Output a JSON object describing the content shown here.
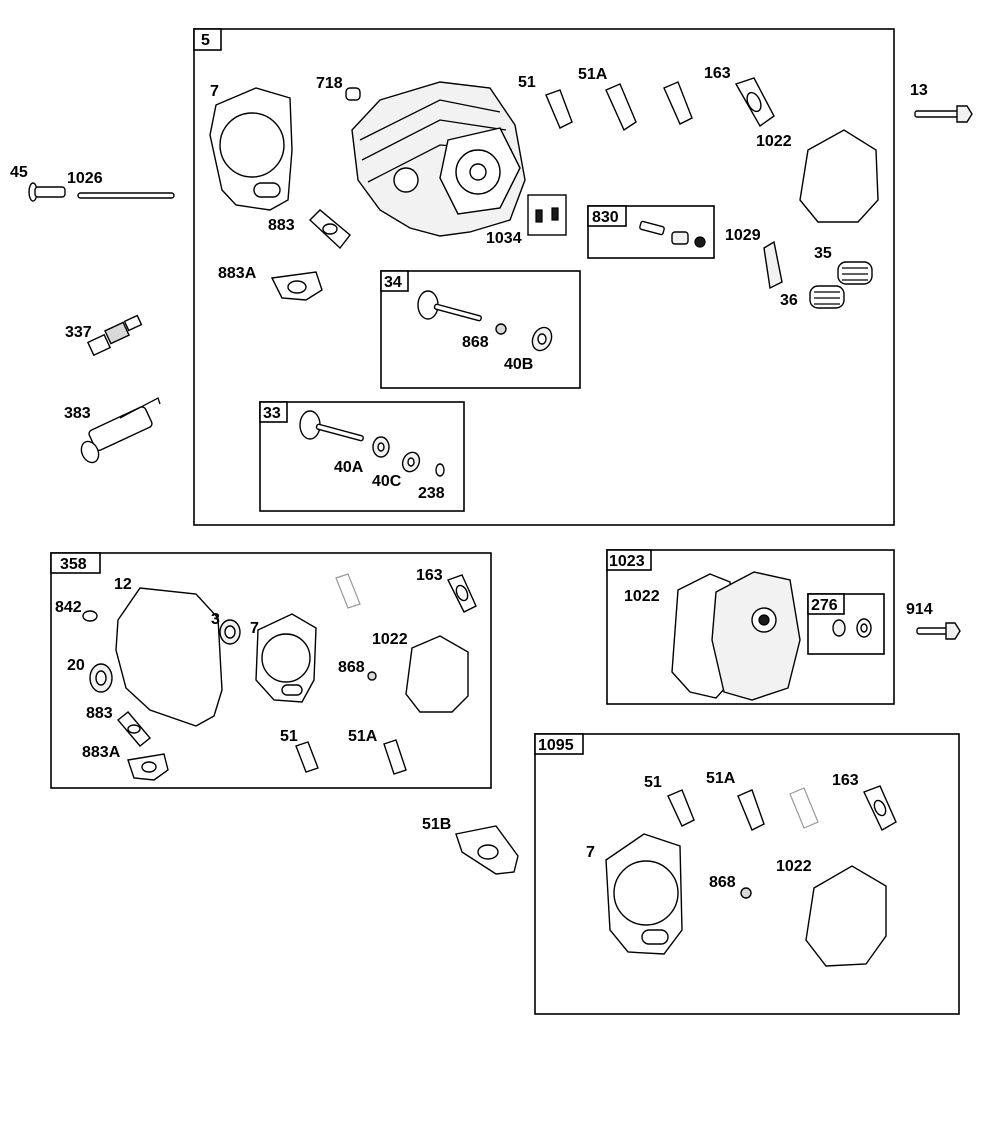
{
  "boxes": {
    "b5": "5",
    "b830": "830",
    "b34": "34",
    "b33": "33",
    "b358": "358",
    "b1023": "1023",
    "b276": "276",
    "b1095": "1095"
  },
  "labels": {
    "l45": "45",
    "l1026": "1026",
    "l337": "337",
    "l383": "383",
    "l13": "13",
    "b5_7": "7",
    "b5_718": "718",
    "b5_51": "51",
    "b5_51A": "51A",
    "b5_163": "163",
    "b5_1022": "1022",
    "b5_883": "883",
    "b5_883A": "883A",
    "b5_1034": "1034",
    "b5_1029": "1029",
    "b5_35": "35",
    "b5_36": "36",
    "b34_868": "868",
    "b34_40B": "40B",
    "b33_40A": "40A",
    "b33_40C": "40C",
    "b33_238": "238",
    "b358_12": "12",
    "b358_842": "842",
    "b358_3": "3",
    "b358_7": "7",
    "b358_163": "163",
    "b358_20": "20",
    "b358_1022": "1022",
    "b358_868": "868",
    "b358_883": "883",
    "b358_883A": "883A",
    "b358_51": "51",
    "b358_51A": "51A",
    "l51B": "51B",
    "b1023_1022": "1022",
    "l914": "914",
    "b1095_51": "51",
    "b1095_51A": "51A",
    "b1095_163": "163",
    "b1095_7": "7",
    "b1095_868": "868",
    "b1095_1022": "1022"
  }
}
